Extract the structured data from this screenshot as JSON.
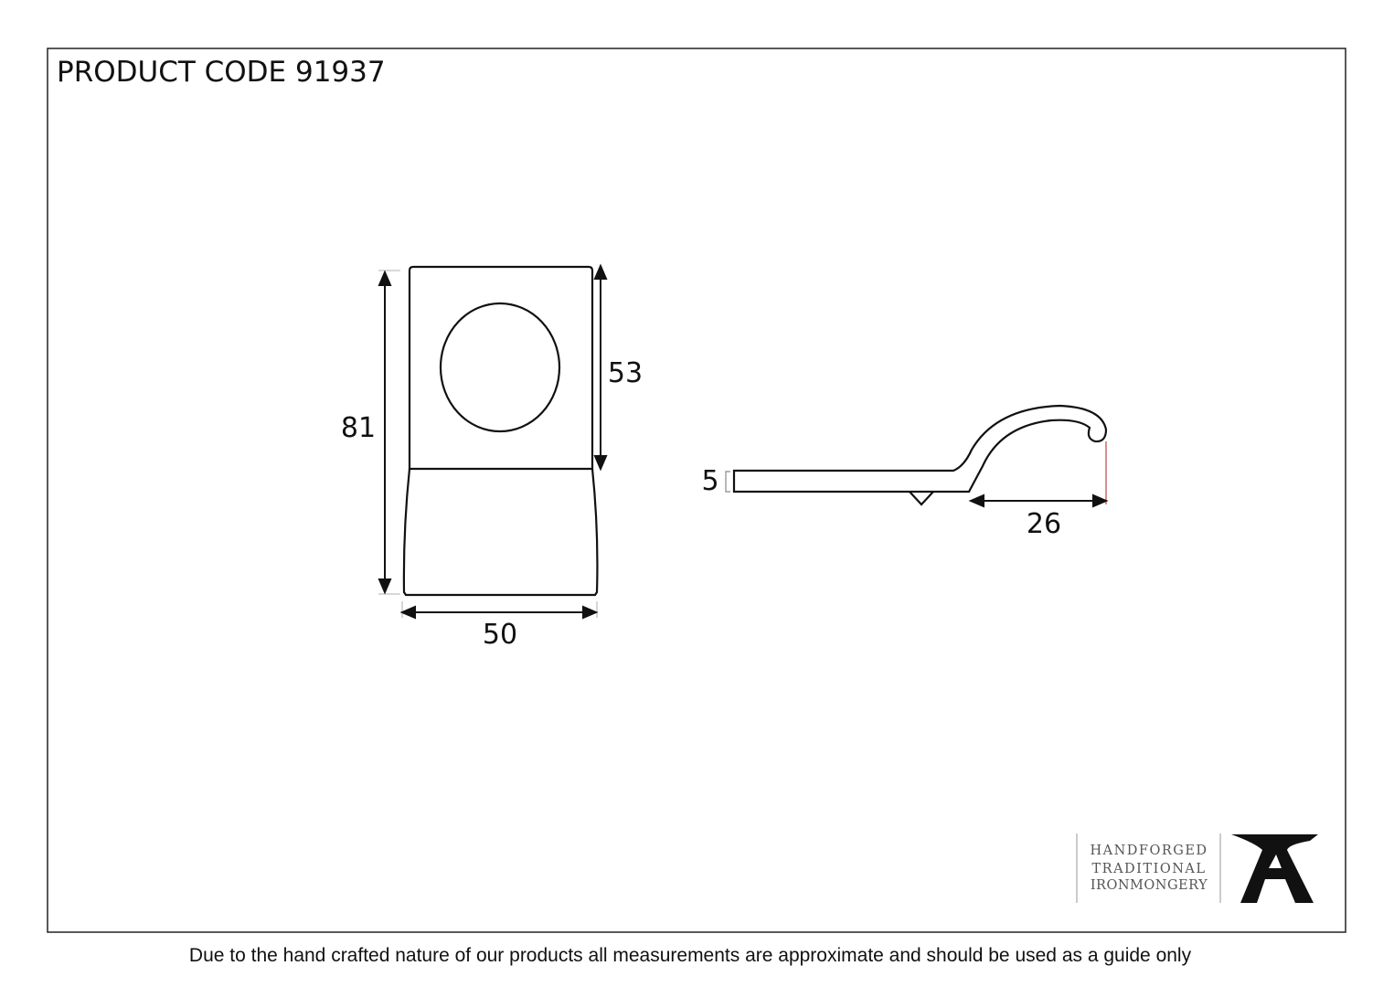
{
  "title": "PRODUCT CODE 91937",
  "dimensions": {
    "height_total": "81",
    "height_top": "53",
    "width": "50",
    "thickness": "5",
    "projection": "26"
  },
  "logo": {
    "line1": "HANDFORGED",
    "line2": "TRADITIONAL",
    "line3": "IRONMONGERY",
    "icon": "anvil-a-icon"
  },
  "footer": "Due to the hand crafted nature of our products all measurements are approximate and should be used as a guide only",
  "colors": {
    "line": "#111111",
    "accent": "#c0404a"
  }
}
